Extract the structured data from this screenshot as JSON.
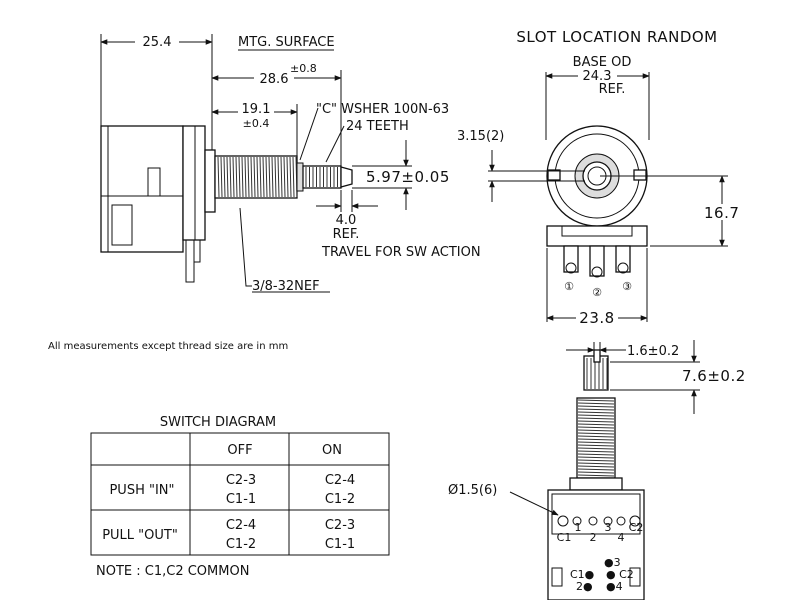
{
  "side_view": {
    "dim_mtg": "25.4",
    "mtg_surface": "MTG. SURFACE",
    "dim_total": "28.6",
    "dim_total_tol": "±0.8",
    "dim_bushing": "19.1",
    "dim_bushing_tol": "±0.4",
    "washer": "\"C\" WSHER 100N-63",
    "teeth": "24 TEETH",
    "dim_shaft_dia": "5.97±0.05",
    "dim_travel": "4.0",
    "ref": "REF.",
    "travel_note": "TRAVEL FOR SW ACTION",
    "thread": "3/8-32NEF"
  },
  "front_view": {
    "slot_note": "SLOT LOCATION RANDOM",
    "base_od_label": "BASE OD",
    "base_od_value": "24.3",
    "base_od_ref": "REF.",
    "dim_slot": "3.15(2)",
    "dim_height": "16.7",
    "dim_width": "23.8",
    "terminals": [
      "①",
      "②",
      "③"
    ]
  },
  "bottom_view": {
    "dim_slot_w": "1.6±0.2",
    "dim_flat": "7.6±0.2",
    "dim_hole": "Ø1.5(6)",
    "pins_top": [
      "C1",
      "1",
      "2",
      "3",
      "4",
      "C2"
    ],
    "pins_bottom": [
      "●3",
      "C1●",
      "● C2",
      "2●",
      "●4"
    ]
  },
  "measure_note": "All measurements except thread size are in mm",
  "switch_diagram": {
    "title": "SWITCH DIAGRAM",
    "headers": [
      "OFF",
      "ON"
    ],
    "rows": [
      {
        "label": "PUSH \"IN\"",
        "off": [
          "C2-3",
          "C1-1"
        ],
        "on": [
          "C2-4",
          "C1-2"
        ]
      },
      {
        "label": "PULL \"OUT\"",
        "off": [
          "C2-4",
          "C1-2"
        ],
        "on": [
          "C2-3",
          "C1-1"
        ]
      }
    ],
    "note": "NOTE : C1,C2 COMMON"
  }
}
